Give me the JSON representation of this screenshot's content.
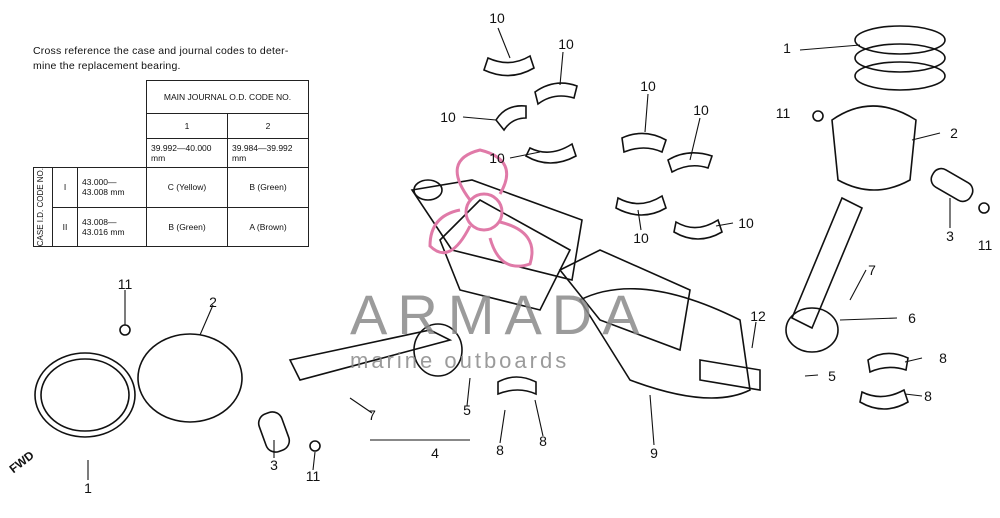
{
  "note": {
    "line1": "Cross reference the case and journal codes to deter-",
    "line2": "mine the replacement bearing."
  },
  "table": {
    "header": "MAIN JOURNAL O.D. CODE NO.",
    "col1": "1",
    "col2": "2",
    "col1_range": "39.992—40.000 mm",
    "col2_range": "39.984—39.992 mm",
    "row_header": "CASE I.D. CODE NO.",
    "rows": [
      {
        "code": "I",
        "range": "43.000—43.008 mm",
        "c1": "C (Yellow)",
        "c2": "B (Green)"
      },
      {
        "code": "II",
        "range": "43.008—43.016 mm",
        "c1": "B (Green)",
        "c2": "A (Brown)"
      }
    ]
  },
  "callouts": {
    "c10a": "10",
    "c10b": "10",
    "c10c": "10",
    "c10d": "10",
    "c10e": "10",
    "c10f": "10",
    "c10g": "10",
    "c10h": "10",
    "c1a": "1",
    "c11a": "11",
    "c2a": "2",
    "c3a": "3",
    "c11b": "11",
    "c7a": "7",
    "c6a": "6",
    "c5a": "5",
    "c8a": "8",
    "c8b": "8",
    "c12": "12",
    "c11c": "11",
    "c2b": "2",
    "c1b": "1",
    "c3b": "3",
    "c11d": "11",
    "c7b": "7",
    "c4": "4",
    "c5b": "5",
    "c8c": "8",
    "c8d": "8",
    "c9": "9"
  },
  "fwd_label": "FWD",
  "watermark": {
    "title": "ARMADA",
    "subtitle": "marine outboards"
  },
  "colors": {
    "line": "#111111",
    "watermark": "#8a8a8a",
    "logo": "#e07aa8"
  }
}
